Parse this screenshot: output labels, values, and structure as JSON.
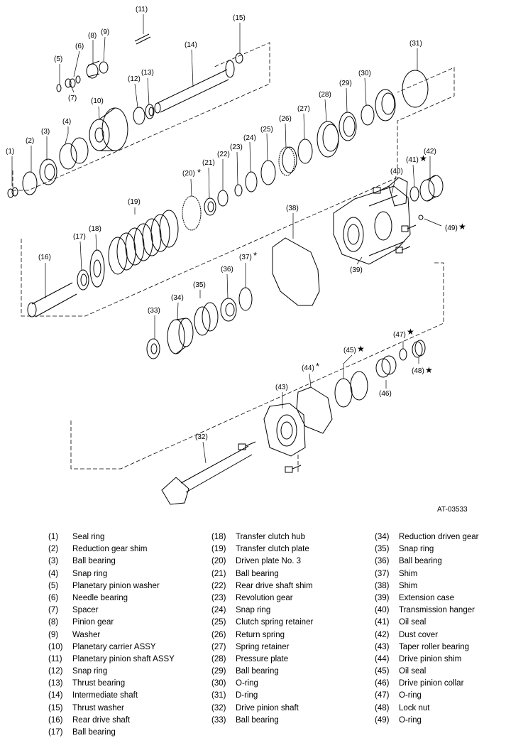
{
  "figure_ref": "AT-03533",
  "callouts": [
    "(1)",
    "(2)",
    "(3)",
    "(4)",
    "(5)",
    "(6)",
    "(7)",
    "(8)",
    "(9)",
    "(10)",
    "(11)",
    "(12)",
    "(13)",
    "(14)",
    "(15)",
    "(16)",
    "(17)",
    "(18)",
    "(19)",
    "(20)",
    "(21)",
    "(22)",
    "(23)",
    "(24)",
    "(25)",
    "(26)",
    "(27)",
    "(28)",
    "(29)",
    "(30)",
    "(31)",
    "(32)",
    "(33)",
    "(34)",
    "(35)",
    "(36)",
    "(37)",
    "(38)",
    "(39)",
    "(40)",
    "(41)",
    "(42)",
    "(43)",
    "(44)",
    "(45)",
    "(46)",
    "(47)",
    "(48)",
    "(49)"
  ],
  "marks": {
    "asterisk": "*",
    "star": "★"
  },
  "legend": [
    {
      "num": "(1)",
      "name": "Seal ring"
    },
    {
      "num": "(2)",
      "name": "Reduction gear shim"
    },
    {
      "num": "(3)",
      "name": "Ball bearing"
    },
    {
      "num": "(4)",
      "name": "Snap ring"
    },
    {
      "num": "(5)",
      "name": "Planetary pinion washer"
    },
    {
      "num": "(6)",
      "name": "Needle bearing"
    },
    {
      "num": "(7)",
      "name": "Spacer"
    },
    {
      "num": "(8)",
      "name": "Pinion gear"
    },
    {
      "num": "(9)",
      "name": "Washer"
    },
    {
      "num": "(10)",
      "name": "Planetary carrier ASSY"
    },
    {
      "num": "(11)",
      "name": "Planetary pinion shaft ASSY"
    },
    {
      "num": "(12)",
      "name": "Snap ring"
    },
    {
      "num": "(13)",
      "name": "Thrust bearing"
    },
    {
      "num": "(14)",
      "name": "Intermediate shaft"
    },
    {
      "num": "(15)",
      "name": "Thrust washer"
    },
    {
      "num": "(16)",
      "name": "Rear drive shaft"
    },
    {
      "num": "(17)",
      "name": "Ball bearing"
    },
    {
      "num": "(18)",
      "name": "Transfer clutch hub"
    },
    {
      "num": "(19)",
      "name": "Transfer clutch plate"
    },
    {
      "num": "(20)",
      "name": "Driven plate No. 3"
    },
    {
      "num": "(21)",
      "name": "Ball bearing"
    },
    {
      "num": "(22)",
      "name": "Rear drive shaft shim"
    },
    {
      "num": "(23)",
      "name": "Revolution gear"
    },
    {
      "num": "(24)",
      "name": "Snap ring"
    },
    {
      "num": "(25)",
      "name": "Clutch spring retainer"
    },
    {
      "num": "(26)",
      "name": "Return spring"
    },
    {
      "num": "(27)",
      "name": "Spring retainer"
    },
    {
      "num": "(28)",
      "name": "Pressure plate"
    },
    {
      "num": "(29)",
      "name": "Ball bearing"
    },
    {
      "num": "(30)",
      "name": "O-ring"
    },
    {
      "num": "(31)",
      "name": "D-ring"
    },
    {
      "num": "(32)",
      "name": "Drive pinion shaft"
    },
    {
      "num": "(33)",
      "name": "Ball bearing"
    },
    {
      "num": "(34)",
      "name": "Reduction driven gear"
    },
    {
      "num": "(35)",
      "name": "Snap ring"
    },
    {
      "num": "(36)",
      "name": "Ball bearing"
    },
    {
      "num": "(37)",
      "name": "Shim"
    },
    {
      "num": "(38)",
      "name": "Shim"
    },
    {
      "num": "(39)",
      "name": "Extension case"
    },
    {
      "num": "(40)",
      "name": "Transmission hanger"
    },
    {
      "num": "(41)",
      "name": "Oil seal"
    },
    {
      "num": "(42)",
      "name": "Dust cover"
    },
    {
      "num": "(43)",
      "name": "Taper roller bearing"
    },
    {
      "num": "(44)",
      "name": "Drive pinion shim"
    },
    {
      "num": "(45)",
      "name": "Oil seal"
    },
    {
      "num": "(46)",
      "name": "Drive pinion collar"
    },
    {
      "num": "(47)",
      "name": "O-ring"
    },
    {
      "num": "(48)",
      "name": "Lock nut"
    },
    {
      "num": "(49)",
      "name": "O-ring"
    }
  ]
}
